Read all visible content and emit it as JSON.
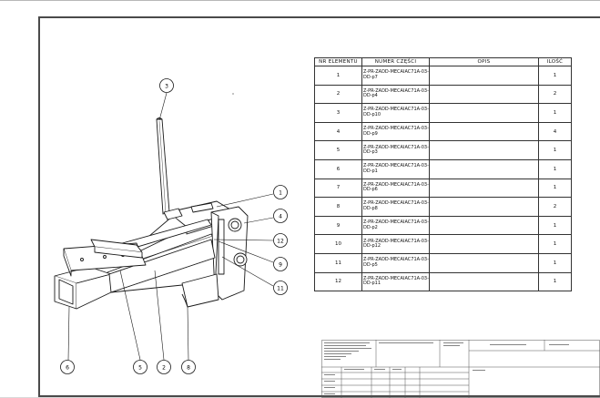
{
  "bom": {
    "headers": [
      "NR ELEMENTU",
      "NUMER CZĘŚCI",
      "OPIS",
      "ILOŚĆ"
    ],
    "rows": [
      {
        "item": "1",
        "part": "Z-PR-ZADD-MECAIAC71A-03-DD-p7",
        "desc": "",
        "qty": "1"
      },
      {
        "item": "2",
        "part": "Z-PR-ZADD-MECAIAC71A-03-DD-p4",
        "desc": "",
        "qty": "2"
      },
      {
        "item": "3",
        "part": "Z-PR-ZADD-MECAIAC71A-03-DD-p10",
        "desc": "",
        "qty": "1"
      },
      {
        "item": "4",
        "part": "Z-PR-ZADD-MECAIAC71A-03-DD-p9",
        "desc": "",
        "qty": "4"
      },
      {
        "item": "5",
        "part": "Z-PR-ZADD-MECAIAC71A-03-DD-p3",
        "desc": "",
        "qty": "1"
      },
      {
        "item": "6",
        "part": "Z-PR-ZADD-MECAIAC71A-03-DD-p1",
        "desc": "",
        "qty": "1"
      },
      {
        "item": "7",
        "part": "Z-PR-ZADD-MECAIAC71A-03-DD-p6",
        "desc": "",
        "qty": "1"
      },
      {
        "item": "8",
        "part": "Z-PR-ZADD-MECAIAC71A-03-DD-p8",
        "desc": "",
        "qty": "2"
      },
      {
        "item": "9",
        "part": "Z-PR-ZADD-MECAIAC71A-03-DD-p2",
        "desc": "",
        "qty": "1"
      },
      {
        "item": "10",
        "part": "Z-PR-ZADD-MECAIAC71A-03-DD-p12",
        "desc": "",
        "qty": "1"
      },
      {
        "item": "11",
        "part": "Z-PR-ZADD-MECAIAC71A-03-DD-p5",
        "desc": "",
        "qty": "1"
      },
      {
        "item": "12",
        "part": "Z-PR-ZADD-MECAIAC71A-03-DD-p11",
        "desc": "",
        "qty": "1"
      }
    ]
  },
  "balloons": [
    {
      "label": "3"
    },
    {
      "label": "1"
    },
    {
      "label": "4"
    },
    {
      "label": "12"
    },
    {
      "label": "9"
    },
    {
      "label": "11"
    },
    {
      "label": "6"
    },
    {
      "label": "5"
    },
    {
      "label": "2"
    },
    {
      "label": "8"
    }
  ],
  "colors": {
    "line": "#1a1a1a",
    "frame": "#4a4a4a",
    "page": "#ffffff",
    "outside": "#d9d9d9"
  }
}
